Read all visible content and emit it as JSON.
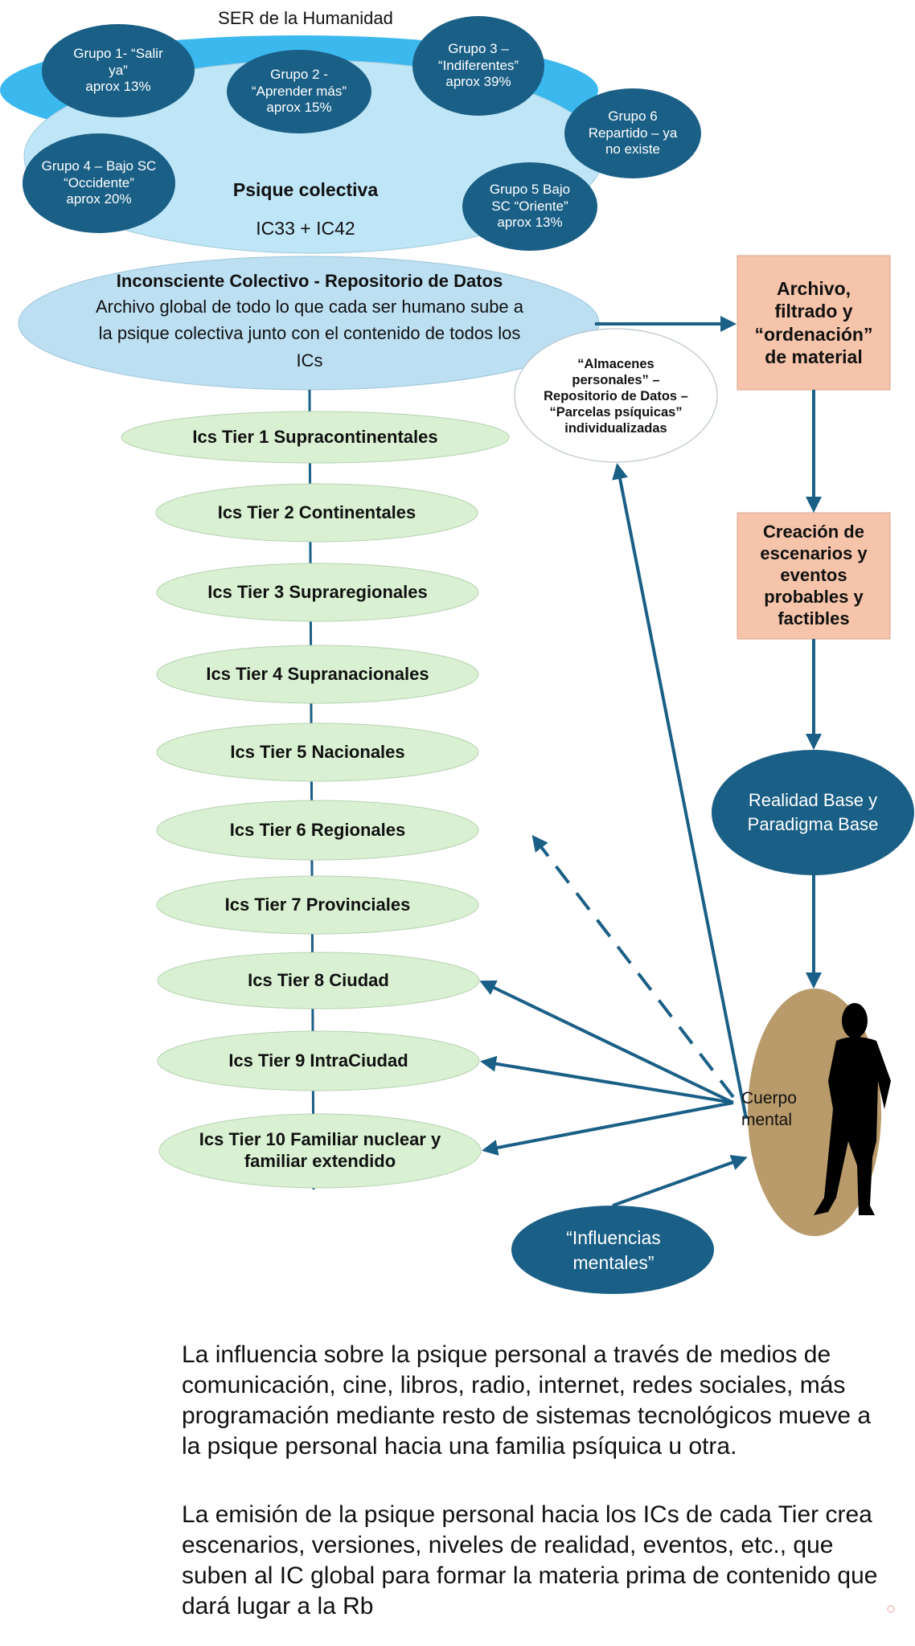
{
  "colors": {
    "dark_blue": "#1a5f86",
    "band_blue": "#3bb8ee",
    "light_blue": "#bfe6f7",
    "ic_blue": "#bcdff2",
    "tier_green": "#d9f1d2",
    "peach": "#f5c4aa",
    "tan": "#b99a6a",
    "arrow": "#1a5f86"
  },
  "top": {
    "title": "SER de la Humanidad",
    "psique_title": "Psique colectiva",
    "psique_sub": "IC33 + IC42",
    "groups": [
      {
        "lines": [
          "Grupo 1- “Salir",
          "ya”",
          "aprox 13%"
        ]
      },
      {
        "lines": [
          "Grupo 2 -",
          "“Aprender más”",
          "aprox 15%"
        ]
      },
      {
        "lines": [
          "Grupo 3 –",
          "“Indiferentes”",
          "aprox 39%"
        ]
      },
      {
        "lines": [
          "Grupo 4 – Bajo SC",
          "“Occidente”",
          "aprox 20%"
        ]
      },
      {
        "lines": [
          "Grupo 5 Bajo",
          "SC “Oriente”",
          "aprox 13%"
        ]
      },
      {
        "lines": [
          "Grupo 6",
          "Repartido – ya",
          "no existe"
        ]
      }
    ]
  },
  "ic": {
    "title": "Inconsciente Colectivo - Repositorio de Datos",
    "line1": "Archivo global de todo lo que cada ser humano sube a",
    "line2": "la psique colectiva junto con el contenido de todos los",
    "line3": "ICs"
  },
  "almacenes": {
    "lines": [
      "“Almacenes",
      "personales” –",
      "Repositorio de Datos –",
      "“Parcelas psíquicas”",
      "individualizadas"
    ]
  },
  "tiers": [
    {
      "label": "Ics Tier 1 Supracontinentales"
    },
    {
      "label": "Ics Tier 2 Continentales"
    },
    {
      "label": "Ics Tier 3 Supraregionales"
    },
    {
      "label": "Ics Tier 4 Supranacionales"
    },
    {
      "label": "Ics Tier 5 Nacionales"
    },
    {
      "label": "Ics Tier 6 Regionales"
    },
    {
      "label": "Ics Tier 7 Provinciales"
    },
    {
      "label": "Ics Tier 8 Ciudad"
    },
    {
      "label": "Ics Tier 9 IntraCiudad"
    },
    {
      "label": "Ics Tier 10 Familiar nuclear y familiar extendido"
    }
  ],
  "right": {
    "archivo": [
      "Archivo,",
      "filtrado y",
      "“ordenación”",
      "de material"
    ],
    "creacion": [
      "Creación de",
      "escenarios y",
      "eventos",
      "probables y",
      "factibles"
    ],
    "realidad": [
      "Realidad Base y",
      "Paradigma Base"
    ],
    "cuerpo": [
      "Cuerpo",
      "mental"
    ],
    "influencias": [
      "“Influencias",
      "mentales”"
    ]
  },
  "text": {
    "para1": "La influencia sobre la psique personal a través de medios de comunicación, cine, libros, radio, internet, redes sociales, más programación mediante resto de sistemas tecnológicos mueve a la psique personal hacia una familia psíquica u otra.",
    "para2": "La emisión de la psique personal hacia los ICs de cada Tier crea escenarios, versiones, niveles de realidad, eventos, etc., que suben al IC global para formar la materia prima de contenido que dará lugar a la Rb"
  }
}
